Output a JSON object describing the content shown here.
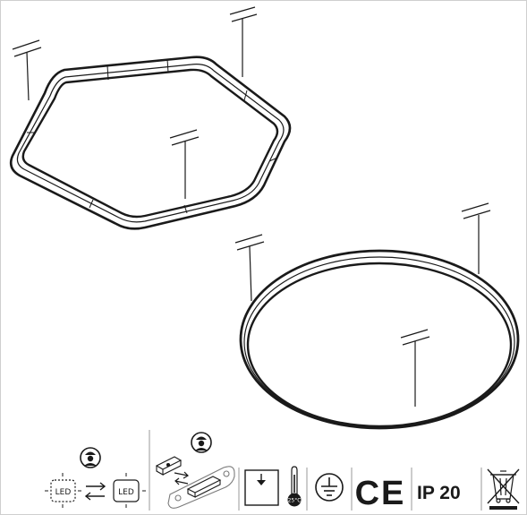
{
  "symbols": {
    "led_left": "LED",
    "led_right": "LED",
    "thermo": "25°C",
    "ce": "CE",
    "ip": "IP 20"
  },
  "colors": {
    "ink": "#1a1a1a",
    "border": "#cfcfcf",
    "paper": "#ffffff"
  },
  "icons": [
    "technician-icon",
    "led-module-icon",
    "swap-arrows-icon",
    "driver-icon",
    "surface-mount-icon",
    "thermometer-icon",
    "earth-ground-icon",
    "ce-mark-icon",
    "weee-bin-icon"
  ]
}
